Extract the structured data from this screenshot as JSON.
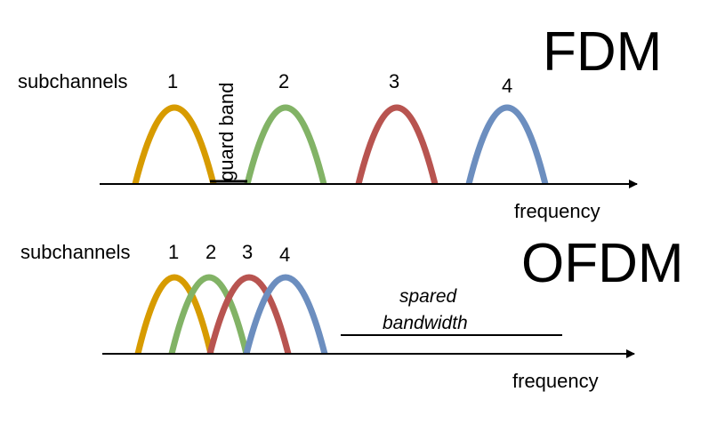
{
  "fdm": {
    "title": "FDM",
    "subchannels_label": "subchannels",
    "numbers": [
      "1",
      "2",
      "3",
      "4"
    ],
    "guard_band_label": "guard band",
    "axis_label": "frequency"
  },
  "ofdm": {
    "title": "OFDM",
    "subchannels_label": "subchannels",
    "numbers": [
      "1",
      "2",
      "3",
      "4"
    ],
    "spared_label_line1": "spared",
    "spared_label_line2": "bandwidth",
    "axis_label": "frequency"
  },
  "colors": {
    "subchannel_1": "#d79b00",
    "subchannel_2": "#82b366",
    "subchannel_3": "#b85450",
    "subchannel_4": "#6c8ebf",
    "line": "#000000"
  }
}
